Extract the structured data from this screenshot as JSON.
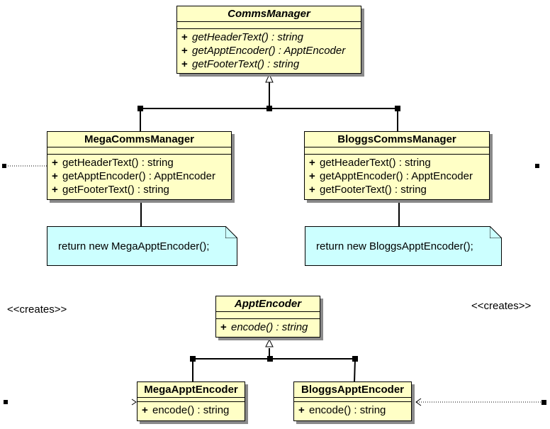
{
  "classes": {
    "comms_manager": {
      "name": "CommsManager",
      "operations": [
        {
          "vis": "+",
          "sig": "getHeaderText() : string"
        },
        {
          "vis": "+",
          "sig": "getApptEncoder() : ApptEncoder"
        },
        {
          "vis": "+",
          "sig": "getFooterText() : string"
        }
      ]
    },
    "mega_comms_manager": {
      "name": "MegaCommsManager",
      "operations": [
        {
          "vis": "+",
          "sig": "getHeaderText() : string"
        },
        {
          "vis": "+",
          "sig": "getApptEncoder() : ApptEncoder"
        },
        {
          "vis": "+",
          "sig": "getFooterText() : string"
        }
      ]
    },
    "bloggs_comms_manager": {
      "name": "BloggsCommsManager",
      "operations": [
        {
          "vis": "+",
          "sig": "getHeaderText() : string"
        },
        {
          "vis": "+",
          "sig": "getApptEncoder() : ApptEncoder"
        },
        {
          "vis": "+",
          "sig": "getFooterText() : string"
        }
      ]
    },
    "appt_encoder": {
      "name": "ApptEncoder",
      "operations": [
        {
          "vis": "+",
          "sig": "encode() : string"
        }
      ]
    },
    "mega_appt_encoder": {
      "name": "MegaApptEncoder",
      "operations": [
        {
          "vis": "+",
          "sig": "encode() : string"
        }
      ]
    },
    "bloggs_appt_encoder": {
      "name": "BloggsApptEncoder",
      "operations": [
        {
          "vis": "+",
          "sig": "encode() : string"
        }
      ]
    }
  },
  "notes": {
    "mega": "return new MegaApptEncoder();",
    "bloggs": "return new BloggsApptEncoder();"
  },
  "stereotypes": {
    "left": "<<creates>>",
    "right": "<<creates>>"
  },
  "colors": {
    "class_fill": "#ffffc6",
    "note_fill": "#ccffff",
    "shadow": "#8a8a8a"
  }
}
